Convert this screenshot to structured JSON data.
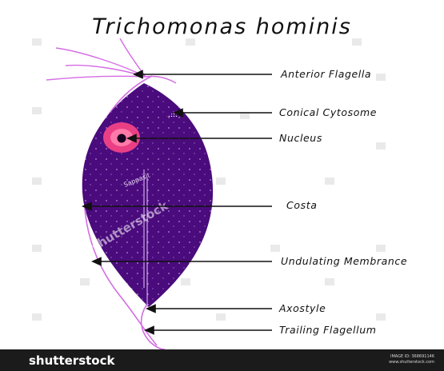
{
  "title": "Trichomonas hominis",
  "labels": {
    "anterior_flagella": "Anterior Flagella",
    "conical_cytosome": "Conical Cytosome",
    "nucleus": "Nucleus",
    "costa": "Costa",
    "undulating_membrane": "Undulating Membrance",
    "axostyle": "Axostyle",
    "trailing_flagellum": "Trailing Flagellum"
  },
  "watermark": {
    "brand": "shutterstock",
    "cell_text": "Sappasit",
    "image_id": "IMAGE ID: 368691146",
    "site": "www.shutterstock.com"
  },
  "colors": {
    "body": "#4a0b7c",
    "flagella": "#d46de3",
    "nucleus": "#ea3f85",
    "arrow": "#111111",
    "footer": "#1b1b1b"
  }
}
